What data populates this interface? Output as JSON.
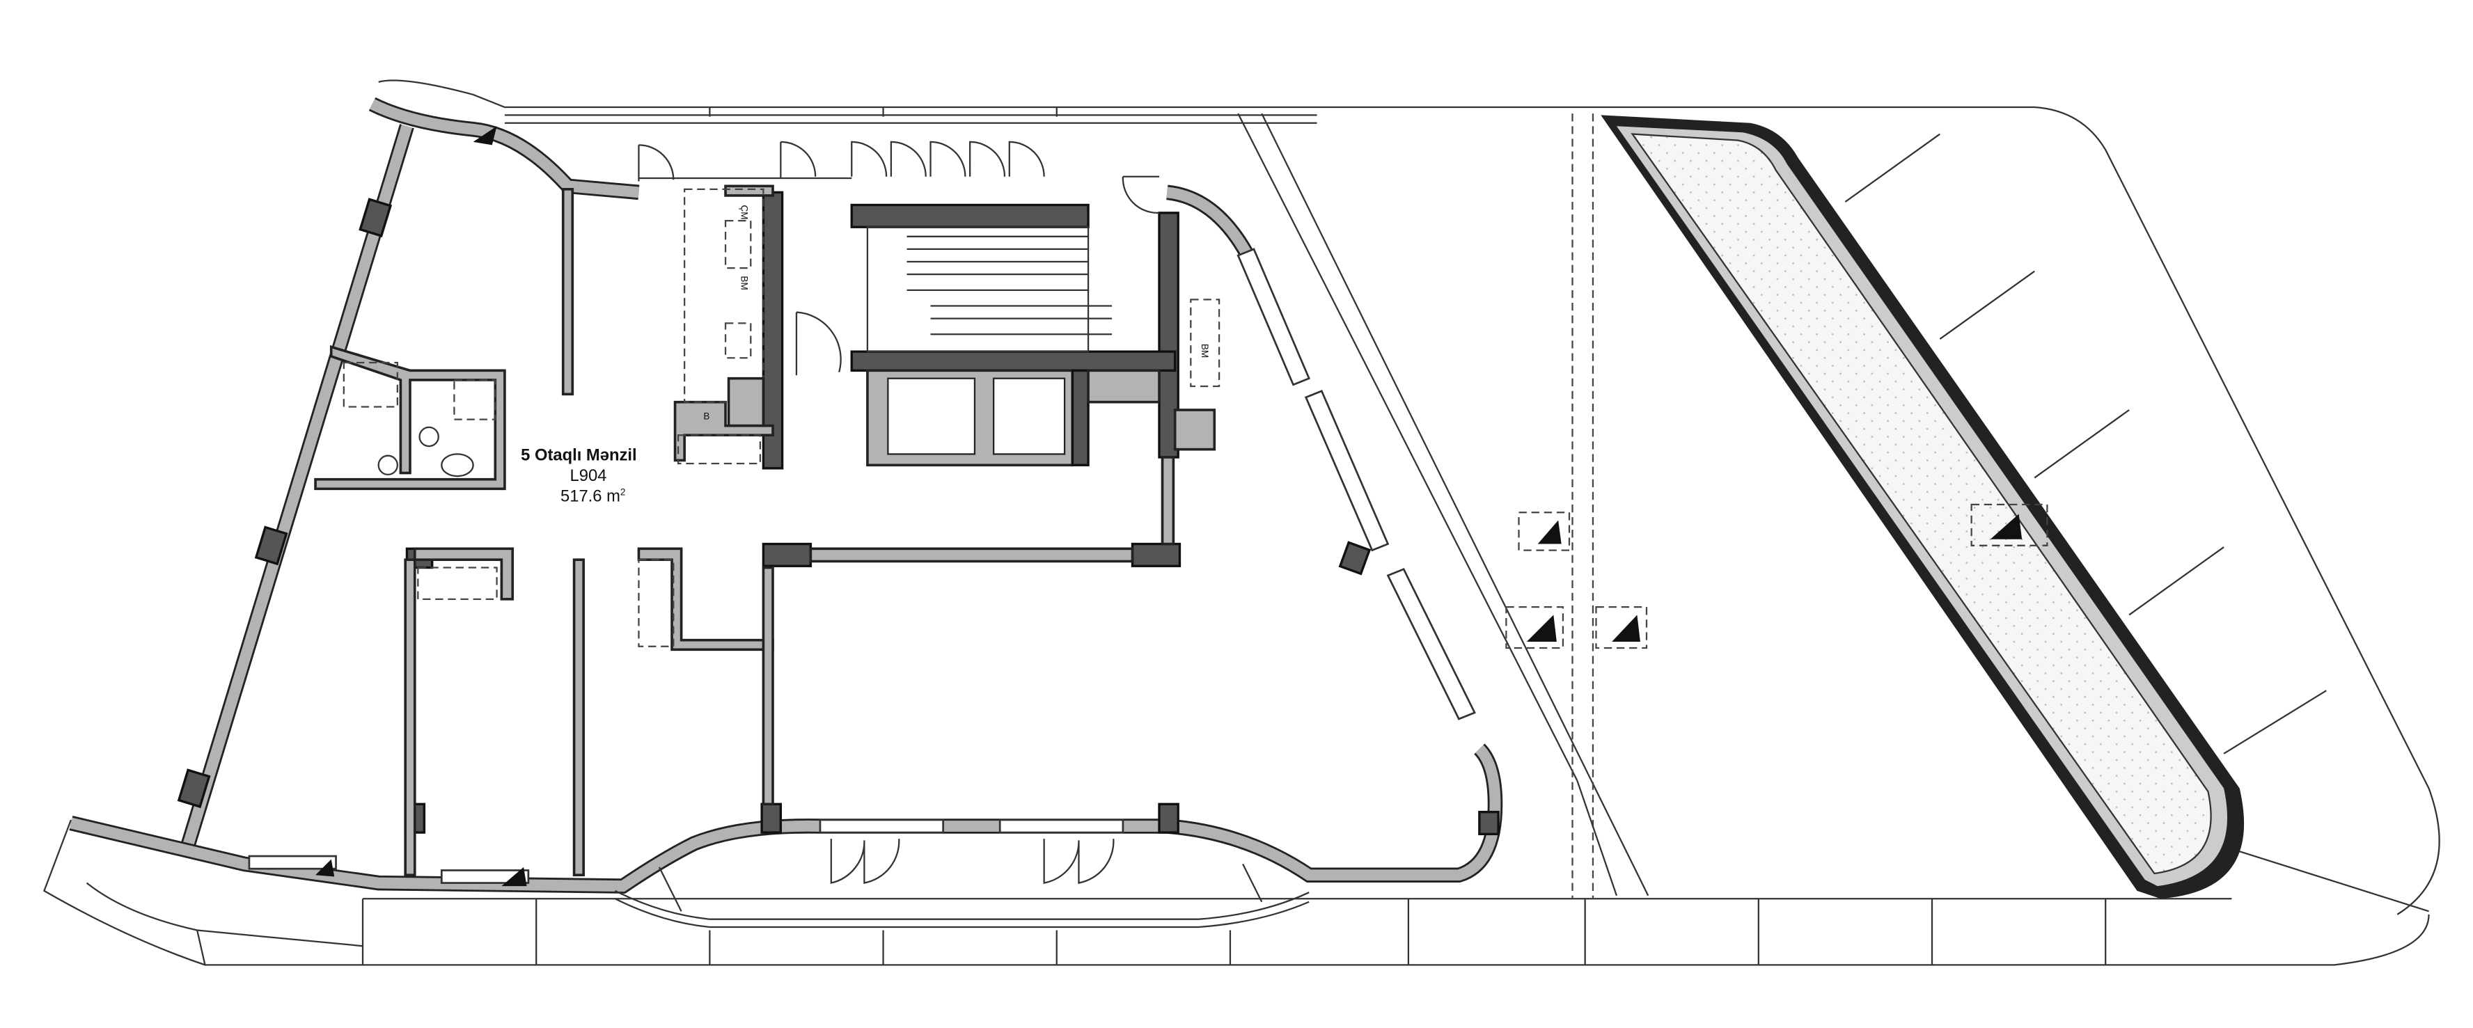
{
  "unit": {
    "title": "5 Otaqlı Mənzil",
    "code": "L904",
    "area_value": "517.6 m",
    "area_unit_exp": "2"
  },
  "kitchen_labels": {
    "left_fridge": "ÇM",
    "left_dishwasher": "BM",
    "left_laundry": "B",
    "right_dishwasher": "BM"
  },
  "colors": {
    "wall_fill": "#b3b3b3",
    "core_fill": "#555555",
    "line": "#222222"
  }
}
